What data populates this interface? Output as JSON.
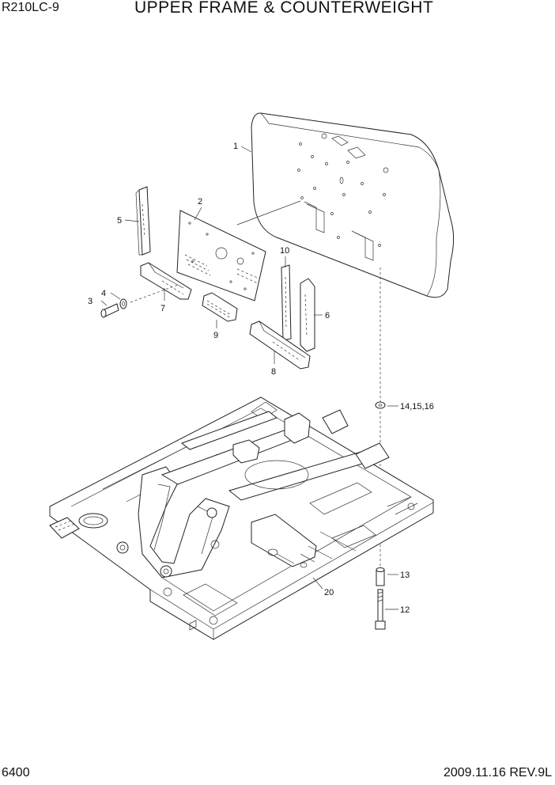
{
  "header": {
    "model": "R210LC-9",
    "title": "UPPER FRAME & COUNTERWEIGHT"
  },
  "footer": {
    "page_number": "6400",
    "revision": "2009.11.16  REV.9L"
  },
  "callouts": {
    "c1": "1",
    "c2": "2",
    "c3": "3",
    "c4": "4",
    "c5": "5",
    "c6": "6",
    "c7": "7",
    "c8": "8",
    "c9": "9",
    "c10": "10",
    "c12": "12",
    "c13": "13",
    "c14": "14,15,16",
    "c20": "20"
  }
}
